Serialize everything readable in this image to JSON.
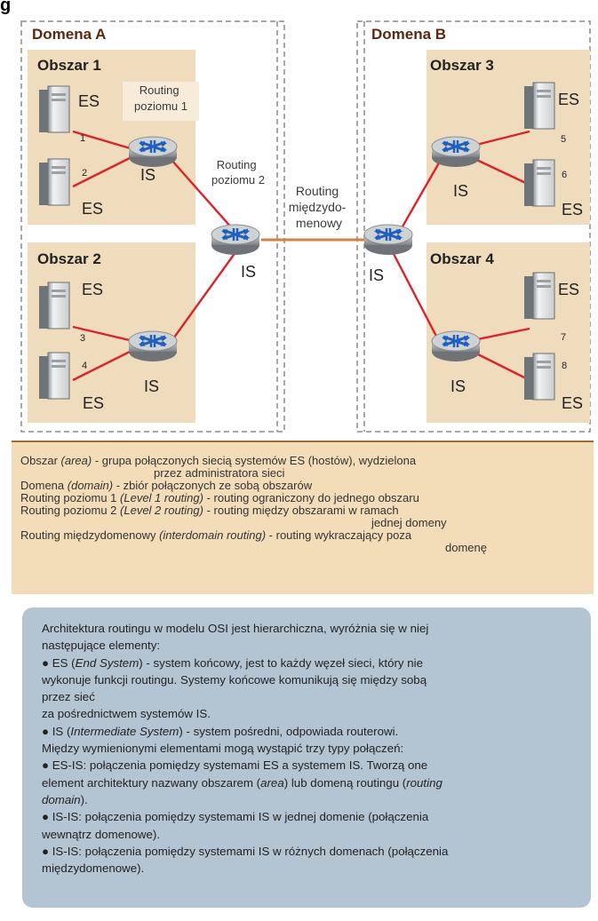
{
  "header_fragment": "g",
  "domains": {
    "a": {
      "label": "Domena A"
    },
    "b": {
      "label": "Domena B"
    }
  },
  "areas": {
    "area1": {
      "label": "Obszar 1"
    },
    "area2": {
      "label": "Obszar 2"
    },
    "area3": {
      "label": "Obszar 3"
    },
    "area4": {
      "label": "Obszar 4"
    }
  },
  "routing_labels": {
    "level1": [
      "Routing",
      "poziomu 1"
    ],
    "level2": [
      "Routing",
      "poziomu 2"
    ],
    "interdomain": [
      "Routing",
      "międzydo-",
      "menowy"
    ]
  },
  "node_labels": {
    "es": "ES",
    "is": "IS",
    "ports": [
      "1",
      "2",
      "3",
      "4",
      "5",
      "6",
      "7",
      "8"
    ]
  },
  "colors": {
    "area_fill": "#efdcbc",
    "link_level1": "#e0202a",
    "link_interdomain": "#d9803e",
    "router": "#9fa2a4",
    "router_arrows": "#1f5fbf",
    "legend_fill": "#f3ddb9",
    "note_fill": "#b3c5d3"
  },
  "legend": {
    "area_term": "Obszar",
    "area_en": "(area)",
    "area_def_1": "- grupa połączonych siecią systemów ES (hostów), wydzielona",
    "area_def_2": "przez administratora sieci",
    "domain_term": "Domena",
    "domain_en": "(domain)",
    "domain_def": "- zbiór połączonych ze sobą obszarów",
    "l1_term": "Routing poziomu 1",
    "l1_en": "(Level 1 routing)",
    "l1_def": "- routing ograniczony do jednego obszaru",
    "l2_term": "Routing poziomu 2",
    "l2_en": "(Level 2 routing)",
    "l2_def_1": "- routing między obszarami w ramach",
    "l2_def_2": "jednej domeny",
    "id_term": "Routing międzydomenowy",
    "id_en": "(interdomain routing)",
    "id_def_1": "- routing wykraczający poza",
    "id_def_2": "domenę"
  },
  "note": {
    "intro_1": "Architektura routingu w modelu OSI jest hierarchiczna, wyróżnia się w niej",
    "intro_2": "następujące elementy:",
    "es_prefix": "● ES (",
    "es_en": "End System",
    "es_rest_1": ") - system końcowy, jest to każdy węzeł sieci, który nie",
    "es_rest_2": "wykonuje funkcji routingu. Systemy końcowe komunikują się między sobą",
    "es_rest_3": "przez sieć",
    "es_rest_4": "za pośrednictwem systemów IS.",
    "is_prefix": "● IS (",
    "is_en": "Intermediate System",
    "is_rest": ") - system pośredni, odpowiada routerowi.",
    "types": "Między wymienionymi elementami mogą wystąpić trzy typy połączeń:",
    "esis_1": "● ES-IS: połączenia pomiędzy systemami ES a systemem IS. Tworzą one",
    "esis_2a": "element architektury nazwany obszarem (",
    "esis_2b": "area",
    "esis_2c": ") lub domeną routingu (",
    "esis_2d": "routing",
    "esis_3a": "domain",
    "esis_3b": ").",
    "isis1_1": "● IS-IS: połączenia pomiędzy systemami IS w jednej domenie (połączenia",
    "isis1_2": "wewnątrz domenowe).",
    "isis2_1": "● IS-IS: połączenia pomiędzy systemami IS w różnych domenach (połączenia",
    "isis2_2": "międzydomenowe)."
  }
}
